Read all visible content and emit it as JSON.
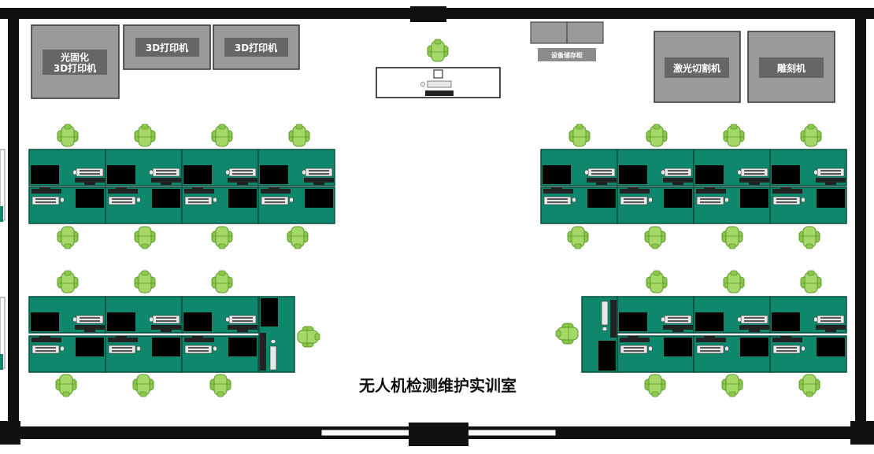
{
  "room_title": "无人机检测维护实训室",
  "equipment": {
    "photocure_printer_line1": "光固化",
    "photocure_printer_line2": "3D打印机",
    "printer_1": "3D打印机",
    "printer_2": "3D打印机",
    "storage_cabinet": "设备储存柜",
    "laser_cutter": "激光切割机",
    "engraver": "雕刻机"
  },
  "colors": {
    "desk": "#0f876d",
    "desk_border": "#0a4d3e",
    "chair": "#8dc84b",
    "chair_dark": "#5c9a2e",
    "equipment": "#8c8c8c",
    "wall": "#111111"
  }
}
